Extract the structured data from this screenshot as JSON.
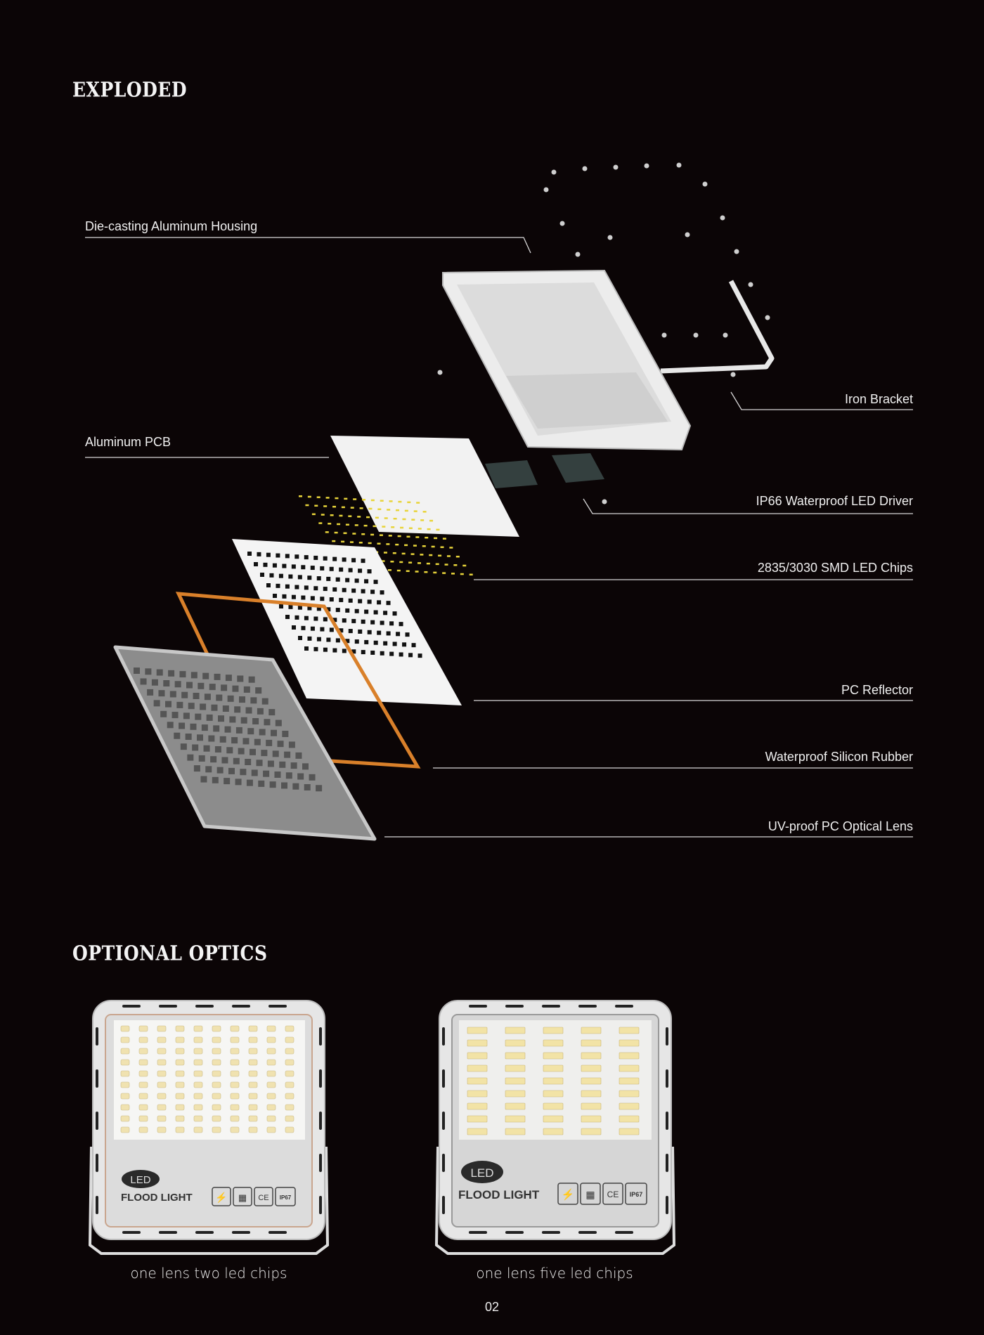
{
  "sections": {
    "exploded_title": "EXPLODED",
    "optics_title": "OPTIONAL OPTICS"
  },
  "callouts": {
    "housing": "Die-casting Aluminum Housing",
    "bracket": "Iron Bracket",
    "pcb": "Aluminum PCB",
    "driver": "IP66 Waterproof LED Driver",
    "chips": "2835/3030 SMD LED Chips",
    "reflector": "PC Reflector",
    "rubber": "Waterproof Silicon Rubber",
    "lens": "UV-proof PC Optical Lens"
  },
  "products": [
    {
      "caption": "one lens two led chips",
      "logo": "LED",
      "name": "FLOOD LIGHT",
      "cert_ce": "CE",
      "cert_ip": "IP67"
    },
    {
      "caption": "one lens five led chips",
      "logo": "LED",
      "name": "FLOOD LIGHT",
      "cert_ce": "CE",
      "cert_ip": "IP67"
    }
  ],
  "page_number": "02",
  "colors": {
    "background": "#0b0506",
    "rubber": "#d9802a",
    "chips": "#e8d43a",
    "line": "#d8d8d8"
  }
}
